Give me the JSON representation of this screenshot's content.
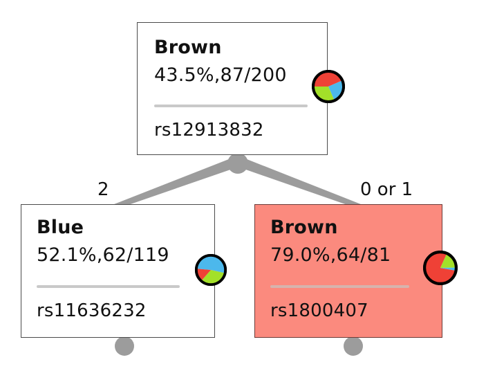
{
  "diagram": {
    "type": "decision-tree",
    "title": "",
    "colors": {
      "node_border": "#4a4a4a",
      "node_background": "#ffffff",
      "highlight_background": "#fb8a7e",
      "connector": "#9c9c9c",
      "divider": "#c9c9c9",
      "class_brown": "#ef4136",
      "class_blue": "#4cb8ec",
      "class_green": "#a3e029",
      "text": "#111111"
    },
    "nodes": [
      {
        "id": "root",
        "label": "Brown",
        "stat": "43.5%,87/200",
        "feature": "rs12913832",
        "highlighted": false,
        "pie": {
          "slices": [
            {
              "name": "brown",
              "color": "#ef4136",
              "value": 43.5
            },
            {
              "name": "blue",
              "color": "#4cb8ec",
              "value": 25.0
            },
            {
              "name": "green",
              "color": "#a3e029",
              "value": 31.5
            }
          ]
        }
      },
      {
        "id": "left",
        "label": "Blue",
        "stat": "52.1%,62/119",
        "feature": "rs11636232",
        "highlighted": false,
        "pie": {
          "slices": [
            {
              "name": "blue",
              "color": "#4cb8ec",
              "value": 52.1
            },
            {
              "name": "green",
              "color": "#a3e029",
              "value": 33.0
            },
            {
              "name": "brown",
              "color": "#ef4136",
              "value": 14.9
            }
          ]
        }
      },
      {
        "id": "right",
        "label": "Brown",
        "stat": "79.0%,64/81",
        "feature": "rs1800407",
        "highlighted": true,
        "pie": {
          "slices": [
            {
              "name": "brown",
              "color": "#ef4136",
              "value": 79.0
            },
            {
              "name": "green",
              "color": "#a3e029",
              "value": 18.0
            },
            {
              "name": "blue",
              "color": "#4cb8ec",
              "value": 3.0
            }
          ]
        }
      }
    ],
    "edges": [
      {
        "id": "edge-left",
        "from": "root",
        "to": "left",
        "label": "2"
      },
      {
        "id": "edge-right",
        "from": "root",
        "to": "right",
        "label": "0 or 1"
      }
    ]
  }
}
